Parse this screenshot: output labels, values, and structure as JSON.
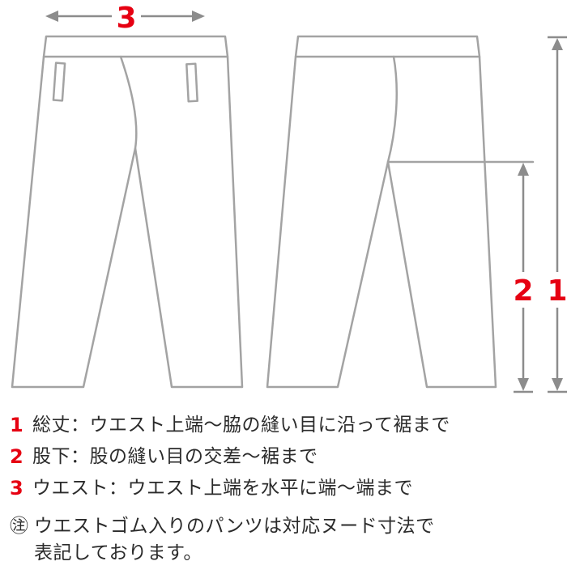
{
  "diagram": {
    "markers": {
      "waist": "3",
      "inseam": "2",
      "total_length": "1"
    },
    "colors": {
      "accent_red": "#e60012",
      "line_gray": "#a3a3a3",
      "arrow_gray": "#8c8c8c",
      "text_dark": "#2b2b2b"
    }
  },
  "legend": {
    "items": [
      {
        "num": "1",
        "text": "総丈：ウエスト上端〜脇の縫い目に沿って裾まで"
      },
      {
        "num": "2",
        "text": "股下：股の縫い目の交差〜裾まで"
      },
      {
        "num": "3",
        "text": "ウエスト：ウエスト上端を水平に端〜端まで"
      }
    ],
    "note": {
      "mark": "㊟",
      "line1": "ウエストゴム入りのパンツは対応ヌード寸法で",
      "line2": "表記しております。"
    }
  }
}
